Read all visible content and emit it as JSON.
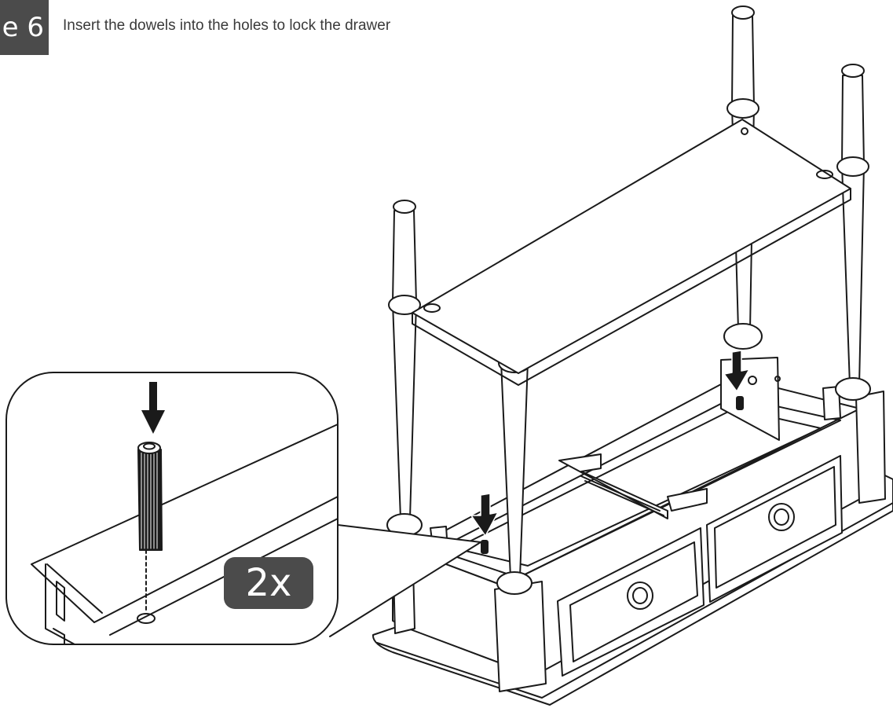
{
  "step": {
    "label": "e 6"
  },
  "instruction": {
    "text": "Insert the dowels into the holes to lock the drawer"
  },
  "detail": {
    "quantity_label": "2x"
  },
  "icons": {
    "arrow": "down-arrow-icon",
    "dowel": "dowel-icon",
    "knob": "knob-icon"
  },
  "colors": {
    "badge": "#4b4b4b",
    "ink": "#1a1a1a",
    "background": "#ffffff"
  }
}
